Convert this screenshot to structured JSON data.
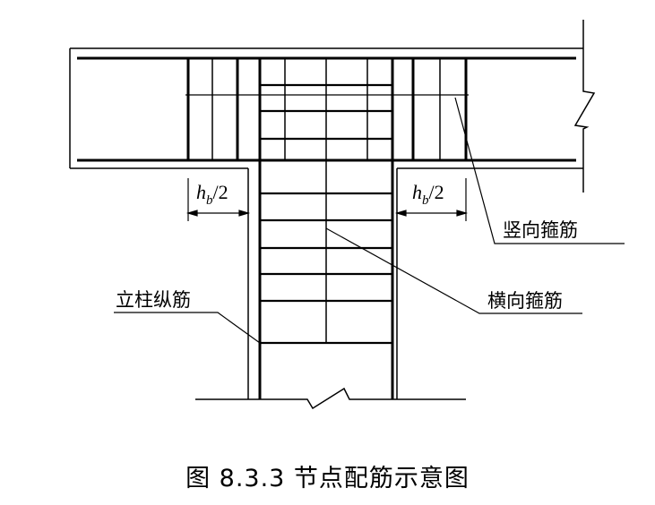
{
  "labels": {
    "vertical_stirrup": "竖向箍筋",
    "horizontal_stirrup": "横向箍筋",
    "column_longitudinal_bar": "立柱纵筋"
  },
  "dimension": {
    "main": "h",
    "sub": "b",
    "tail": "/2"
  },
  "caption": "图 8.3.3  节点配筋示意图"
}
